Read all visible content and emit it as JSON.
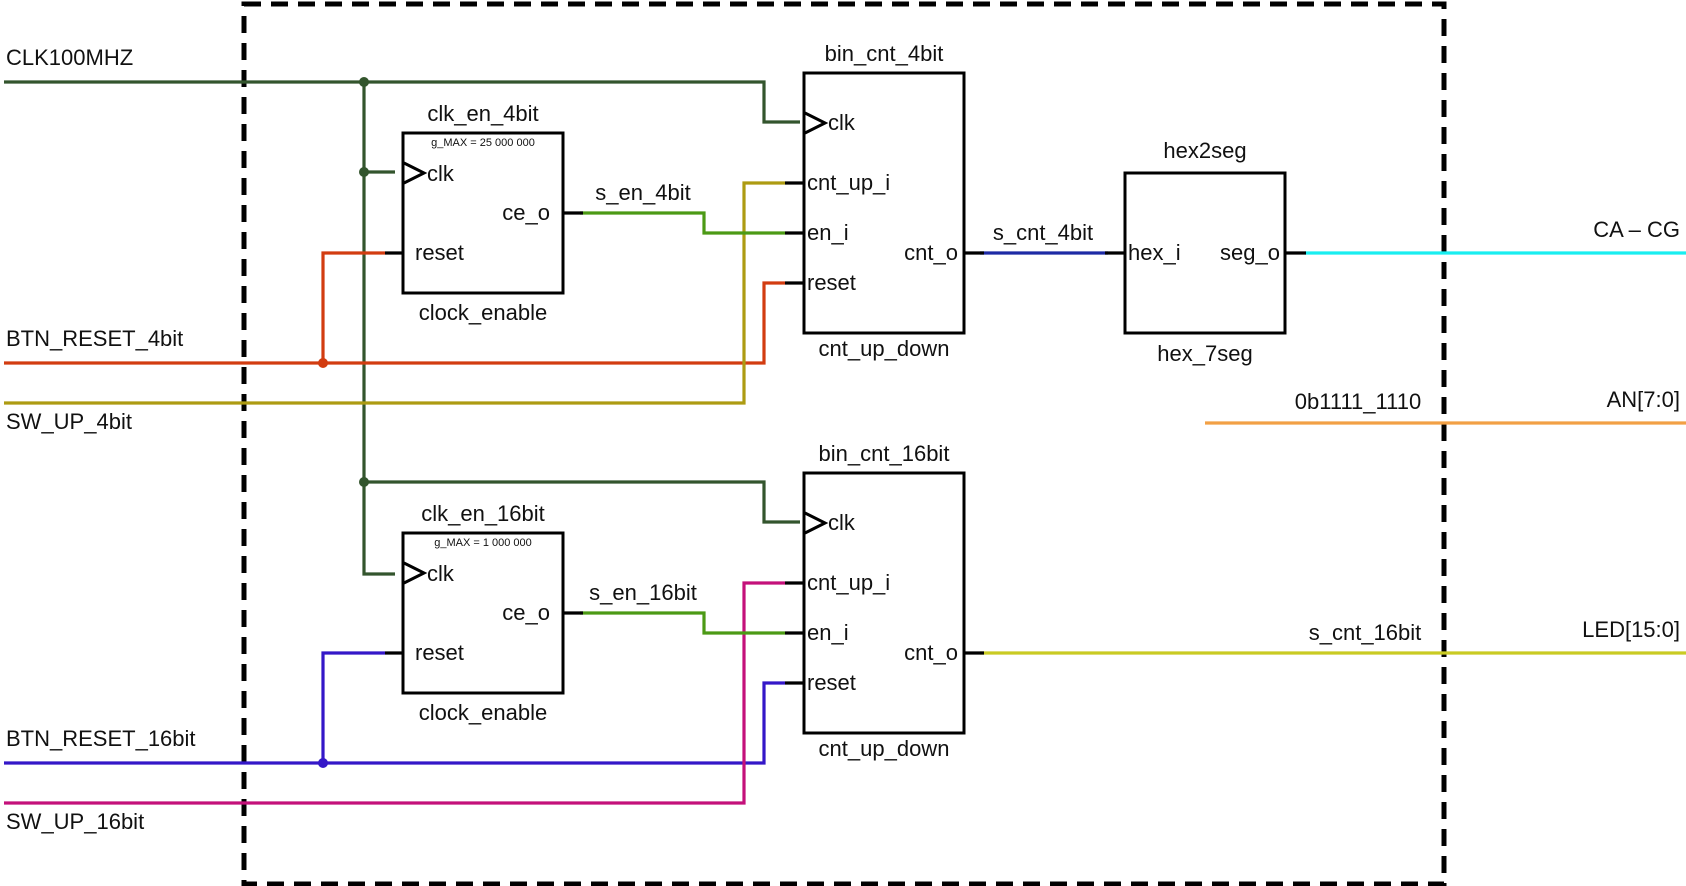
{
  "colors": {
    "clk": "#33552d",
    "reset_4bit": "#d23c10",
    "sw_up_4bit": "#ad9b12",
    "enable_4bit": "#4c9a15",
    "cnt_4bit": "#1d2aa5",
    "segments": "#19eef0",
    "anodes": "#f2a045",
    "reset_16bit": "#3417c8",
    "sw_up_16bit": "#c4107a",
    "enable_16bit": "#4c9a15",
    "cnt_16bit": "#c9cb23",
    "boundary": "#000000"
  },
  "inputs": {
    "clk": "CLK100MHZ",
    "btn_reset_4bit": "BTN_RESET_4bit",
    "sw_up_4bit": "SW_UP_4bit",
    "btn_reset_16bit": "BTN_RESET_16bit",
    "sw_up_16bit": "SW_UP_16bit"
  },
  "outputs": {
    "segments": "CA – CG",
    "anodes": "AN[7:0]",
    "anodes_value": "0b1111_1110",
    "leds": "LED[15:0]"
  },
  "signals": {
    "s_en_4bit": "s_en_4bit",
    "s_cnt_4bit": "s_cnt_4bit",
    "s_en_16bit": "s_en_16bit",
    "s_cnt_16bit": "s_cnt_16bit"
  },
  "blocks": {
    "clk_en_4bit": {
      "instance": "clk_en_4bit",
      "entity": "clock_enable",
      "generic": "g_MAX = 25 000 000",
      "ports": {
        "clk": "clk",
        "reset": "reset",
        "ce": "ce_o"
      }
    },
    "bin_cnt_4bit": {
      "instance": "bin_cnt_4bit",
      "entity": "cnt_up_down",
      "ports": {
        "clk": "clk",
        "cnt_up": "cnt_up_i",
        "en": "en_i",
        "reset": "reset",
        "cnt": "cnt_o"
      }
    },
    "hex2seg": {
      "instance": "hex2seg",
      "entity": "hex_7seg",
      "ports": {
        "hex": "hex_i",
        "seg": "seg_o"
      }
    },
    "clk_en_16bit": {
      "instance": "clk_en_16bit",
      "entity": "clock_enable",
      "generic": "g_MAX = 1 000 000",
      "ports": {
        "clk": "clk",
        "reset": "reset",
        "ce": "ce_o"
      }
    },
    "bin_cnt_16bit": {
      "instance": "bin_cnt_16bit",
      "entity": "cnt_up_down",
      "ports": {
        "clk": "clk",
        "cnt_up": "cnt_up_i",
        "en": "en_i",
        "reset": "reset",
        "cnt": "cnt_o"
      }
    }
  }
}
